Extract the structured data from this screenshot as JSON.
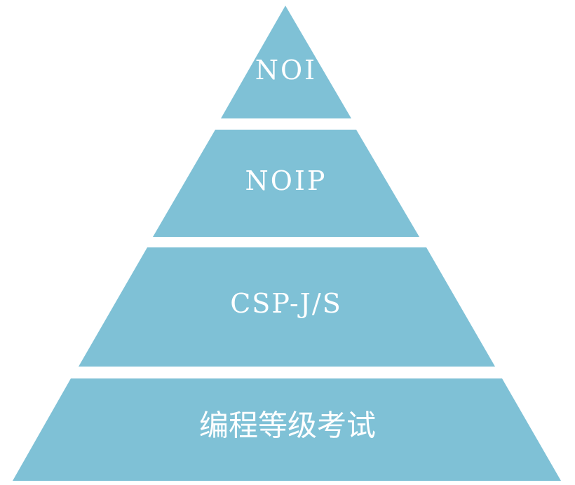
{
  "diagram": {
    "type": "pyramid",
    "fill_color": "#7fc1d6",
    "text_color": "#ffffff",
    "tiers": [
      {
        "label": "NOI"
      },
      {
        "label": "NOIP"
      },
      {
        "label": "CSP-J/S"
      },
      {
        "label": "编程等级考试"
      }
    ]
  }
}
